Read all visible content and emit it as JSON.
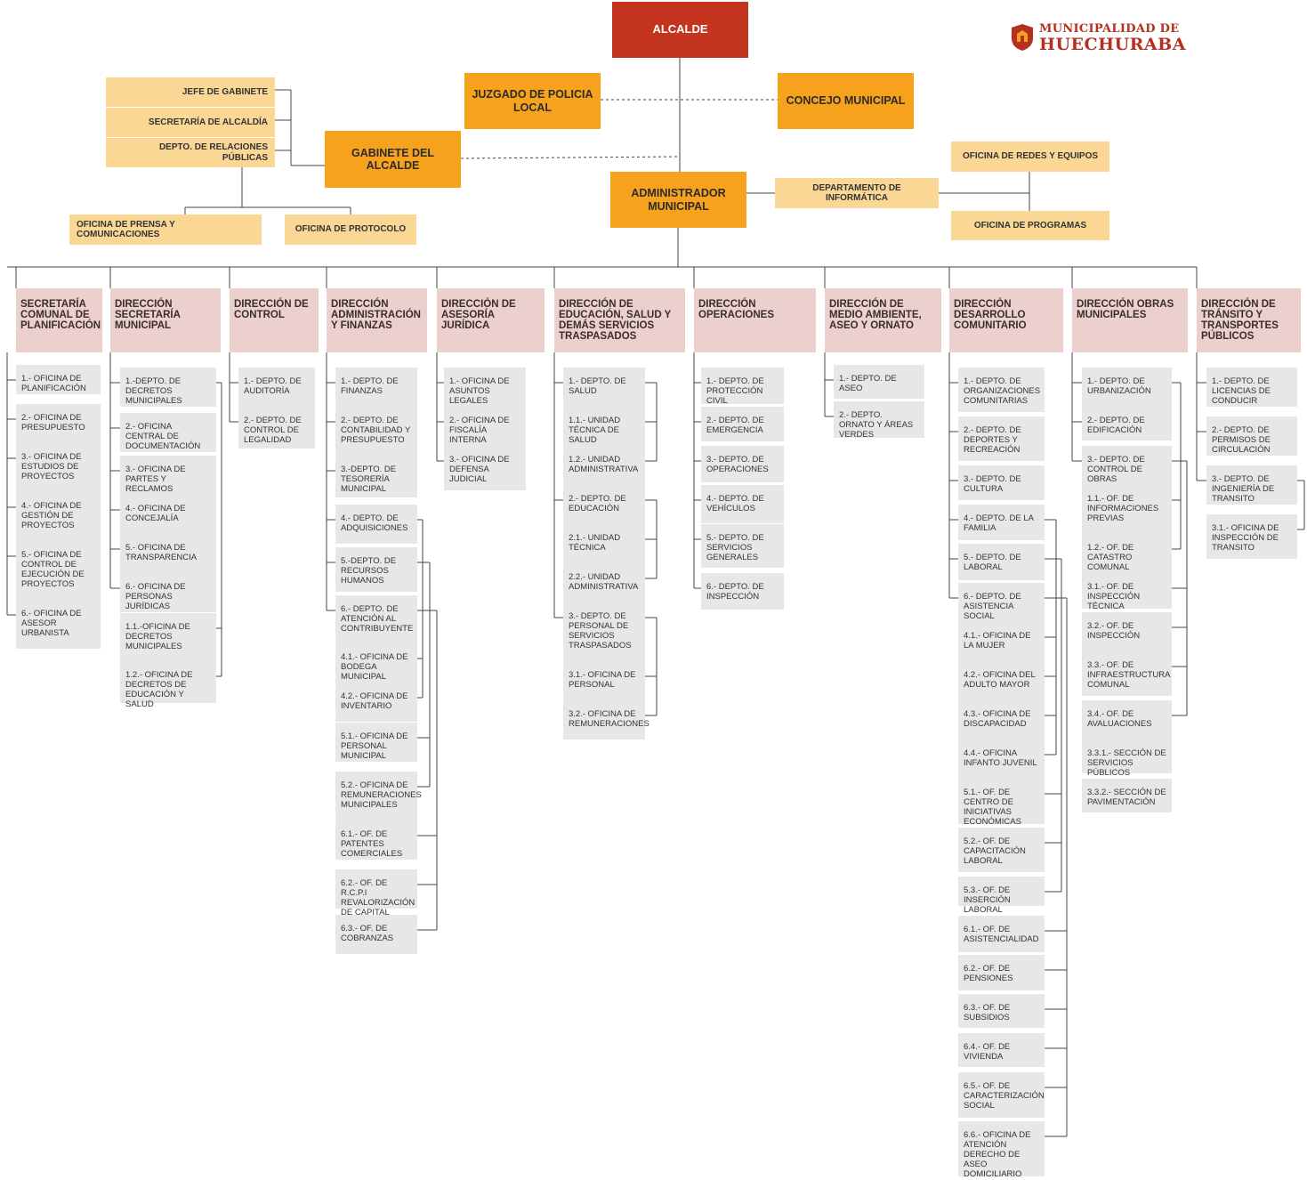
{
  "logo": {
    "line1": "MUNICIPALIDAD DE",
    "line2": "HUECHURABA",
    "icon": "municipal-shield-icon",
    "color": "#b5301f"
  },
  "colors": {
    "alcalde": "#c3351e",
    "primary": "#f6a21c",
    "secondary": "#fad795",
    "direccion": "#ebd0cd",
    "unidad": "#e7e7e7"
  },
  "top": {
    "alcalde": "ALCALDE",
    "juzgado": "JUZGADO DE POLICIA LOCAL",
    "concejo": "CONCEJO MUNICIPAL",
    "gabinete": "GABINETE DEL ALCALDE",
    "administrador": "ADMINISTRADOR MUNICIPAL",
    "jefe_gabinete": "JEFE DE GABINETE",
    "secretaria_alcaldia": "SECRETARÍA DE ALCALDÍA",
    "relaciones_publicas": "DEPTO. DE RELACIONES PÚBLICAS",
    "prensa": "OFICINA DE PRENSA Y COMUNICACIONES",
    "protocolo": "OFICINA DE PROTOCOLO",
    "informatica": "DEPARTAMENTO DE INFORMÁTICA",
    "redes": "OFICINA DE REDES Y EQUIPOS",
    "programas": "OFICINA DE PROGRAMAS"
  },
  "direcciones": [
    {
      "title": "SECRETARÍA COMUNAL DE PLANIFICACIÓN",
      "units": [
        "1.- OFICINA DE PLANIFICACIÓN",
        "2.- OFICINA DE PRESUPUESTO",
        "3.- OFICINA DE ESTUDIOS DE PROYECTOS",
        "4.- OFICINA DE GESTIÓN DE PROYECTOS",
        "5.- OFICINA DE CONTROL DE EJECUCIÓN DE PROYECTOS",
        "6.- OFICINA DE ASESOR URBANISTA"
      ]
    },
    {
      "title": "DIRECCIÓN SECRETARÍA MUNICIPAL",
      "units": [
        "1.-DEPTO. DE DECRETOS MUNICIPALES",
        "2.- OFICINA CENTRAL DE DOCUMENTACIÓN",
        "3.- OFICINA DE PARTES Y RECLAMOS",
        "4.- OFICINA DE CONCEJALÍA",
        "5.- OFICINA DE TRANSPARENCIA",
        "6.- OFICINA DE PERSONAS JURÍDICAS",
        "1.1.-OFICINA DE DECRETOS MUNICIPALES",
        "1.2.- OFICINA DE DECRETOS DE EDUCACIÓN Y SALUD"
      ]
    },
    {
      "title": "DIRECCIÓN DE CONTROL",
      "units": [
        "1.- DEPTO. DE AUDITORÍA",
        "2.- DEPTO. DE CONTROL DE LEGALIDAD"
      ]
    },
    {
      "title": "DIRECCIÓN ADMINISTRACIÓN Y FINANZAS",
      "units": [
        "1.- DEPTO. DE FINANZAS",
        "2.- DEPTO. DE CONTABILIDAD Y PRESUPUESTO",
        "3.-DEPTO. DE TESORERÍA MUNICIPAL",
        "4.- DEPTO. DE ADQUISICIONES",
        "5.-DEPTO. DE RECURSOS HUMANOS",
        "6.- DEPTO. DE ATENCIÓN AL CONTRIBUYENTE",
        "4.1.- OFICINA DE BODEGA MUNICIPAL",
        "4.2.- OFICINA DE INVENTARIO",
        "5.1.- OFICINA DE PERSONAL MUNICIPAL",
        "5.2.- OFICINA DE REMUNERACIONES MUNICIPALES",
        "6.1.- OF. DE PATENTES COMERCIALES",
        "6.2.- OF. DE R.C.P.I REVALORIZACIÓN DE CAPITAL",
        "6.3.- OF. DE COBRANZAS"
      ]
    },
    {
      "title": "DIRECCIÓN DE ASESORÍA JURÍDICA",
      "units": [
        "1.- OFICINA DE ASUNTOS LEGALES",
        "2.- OFICINA DE FISCALÍA INTERNA",
        "3.- OFICINA DE DEFENSA JUDICIAL"
      ]
    },
    {
      "title": "DIRECCIÓN DE EDUCACIÓN, SALUD Y DEMÁS SERVICIOS TRASPASADOS",
      "units": [
        "1.- DEPTO. DE SALUD",
        "1.1.- UNIDAD TÉCNICA DE SALUD",
        "1.2.- UNIDAD ADMINISTRATIVA",
        "2.- DEPTO. DE EDUCACIÓN",
        "2.1.- UNIDAD TÉCNICA",
        "2.2.- UNIDAD ADMINISTRATIVA",
        "3.- DEPTO. DE PERSONAL DE SERVICIOS TRASPASADOS",
        "3.1.- OFICINA DE PERSONAL",
        "3.2.- OFICINA DE REMUNERACIONES"
      ]
    },
    {
      "title": "DIRECCIÓN OPERACIONES",
      "units": [
        "1.- DEPTO. DE PROTECCIÓN CIVIL",
        "2.- DEPTO. DE EMERGENCIA",
        "3.- DEPTO. DE OPERACIONES",
        "4.- DEPTO. DE VEHÍCULOS",
        "5.- DEPTO. DE SERVICIOS GENERALES",
        "6.- DEPTO. DE INSPECCIÓN"
      ]
    },
    {
      "title": "DIRECCIÓN DE MEDIO AMBIENTE, ASEO Y ORNATO",
      "units": [
        "1.- DEPTO. DE ASEO",
        "2.- DEPTO. ORNATO Y ÁREAS VERDES"
      ]
    },
    {
      "title": "DIRECCIÓN DESARROLLO COMUNITARIO",
      "units": [
        "1.- DEPTO. DE ORGANIZACIONES COMUNITARIAS",
        "2.- DEPTO. DE DEPORTES Y RECREACIÓN",
        "3.- DEPTO. DE CULTURA",
        "4.- DEPTO. DE LA FAMILIA",
        "5.- DEPTO. DE LABORAL",
        "6.- DEPTO. DE ASISTENCIA SOCIAL",
        "4.1.- OFICINA DE LA MUJER",
        "4.2.- OFICINA DEL ADULTO MAYOR",
        "4.3.- OFICINA DE DISCAPACIDAD",
        "4.4.- OFICINA INFANTO JUVENIL",
        "5.1.- OF. DE CENTRO DE INICIATIVAS ECONÓMICAS",
        "5.2.- OF. DE CAPACITACIÓN LABORAL",
        "5.3.- OF. DE INSERCIÓN LABORAL",
        "6.1.- OF. DE ASISTENCIALIDAD",
        "6.2.- OF. DE PENSIONES",
        "6.3.- OF. DE SUBSIDIOS",
        "6.4.- OF. DE VIVIENDA",
        "6.5.- OF. DE CARACTERIZACIÓN SOCIAL",
        "6.6.- OFICINA DE ATENCIÓN DERECHO DE ASEO DOMICILIARIO"
      ]
    },
    {
      "title": "DIRECCIÓN OBRAS MUNICIPALES",
      "units": [
        "1.- DEPTO. DE URBANIZACIÓN",
        "2.- DEPTO. DE EDIFICACIÓN",
        "3.- DEPTO. DE CONTROL DE OBRAS",
        "1.1.- OF. DE INFORMACIONES PREVIAS",
        "1.2.- OF. DE CATASTRO COMUNAL",
        "3.1.- OF. DE INSPECCIÓN TÉCNICA",
        "3.2.- OF. DE INSPECCIÓN",
        "3.3.- OF. DE INFRAESTRUCTURA COMUNAL",
        "3.4.- OF. DE AVALUACIONES",
        "3.3.1.- SECCIÓN DE SERVICIOS PÚBLICOS",
        "3.3.2.- SECCIÓN DE PAVIMENTACIÓN"
      ]
    },
    {
      "title": "DIRECCIÓN DE TRÁNSITO Y TRANSPORTES PÚBLICOS",
      "units": [
        "1.- DEPTO. DE LICENCIAS DE CONDUCIR",
        "2.- DEPTO. DE PERMISOS DE CIRCULACIÓN",
        "3.- DEPTO. DE INGENIERÍA DE TRANSITO",
        "3.1.- OFICINA DE INSPECCIÓN DE TRANSITO"
      ]
    }
  ]
}
